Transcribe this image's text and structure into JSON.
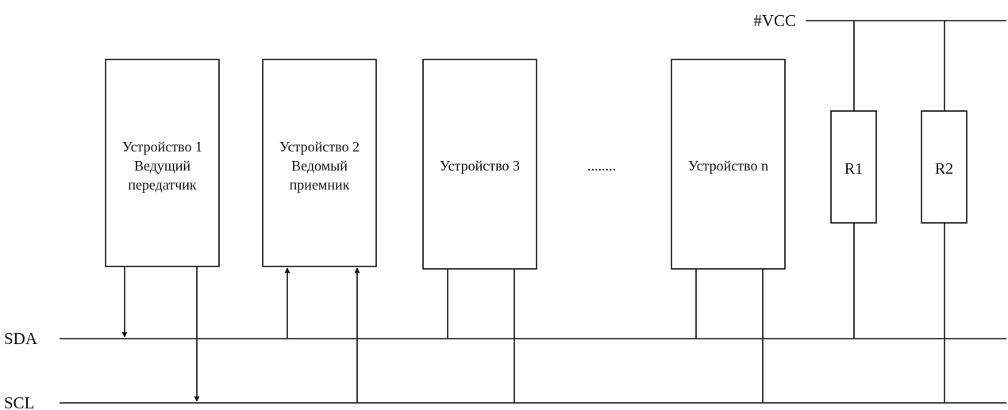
{
  "rails": {
    "vcc": "#VCC",
    "sda": "SDA",
    "scl": "SCL"
  },
  "devices": [
    {
      "lines": [
        "Устройство 1",
        "Ведущий",
        "передатчик"
      ]
    },
    {
      "lines": [
        "Устройство 2",
        "Ведомый",
        "приемник"
      ]
    },
    {
      "lines": [
        "Устройство 3"
      ]
    },
    {
      "lines": [
        "Устройство n"
      ]
    }
  ],
  "ellipsis": "........",
  "resistors": [
    {
      "label": "R1"
    },
    {
      "label": "R2"
    }
  ]
}
